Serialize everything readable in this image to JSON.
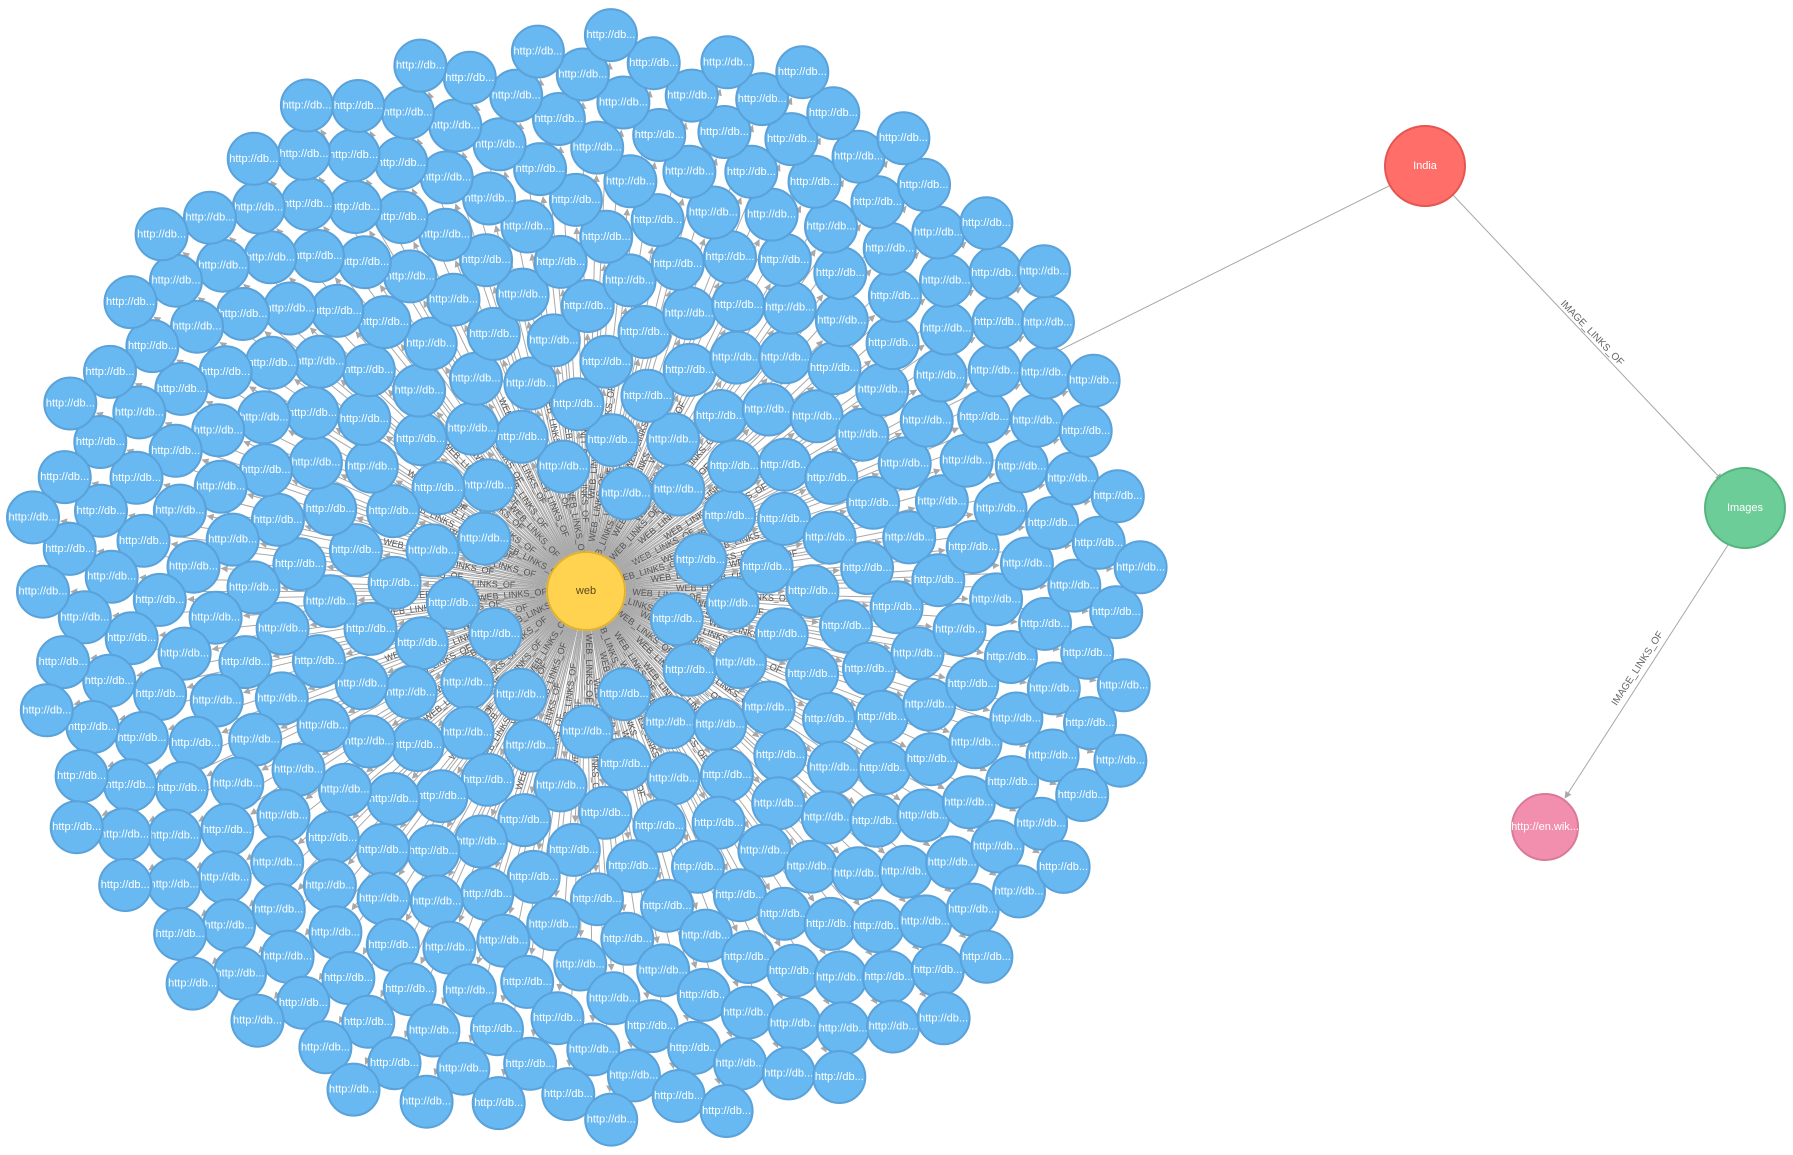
{
  "graph": {
    "hub_node": {
      "label": "web",
      "color": "#FFD24F",
      "stroke": "#E0B02F"
    },
    "leaf_node": {
      "label": "http://db...",
      "color": "#68B8F2",
      "stroke": "#5AA2D9",
      "count": 380
    },
    "web_edge_label": "WEB_LINKS_OF",
    "india_node": {
      "label": "India",
      "color": "#FF6E68",
      "stroke": "#E45650"
    },
    "images_node": {
      "label": "Images",
      "color": "#6DCD98",
      "stroke": "#56B57F"
    },
    "wiki_node": {
      "label": "http://en.wik...",
      "color": "#F28FAE",
      "stroke": "#D97A98"
    },
    "india_images_edge": "IMAGE_LINKS_OF",
    "images_wiki_edge": "IMAGE_LINKS_OF"
  }
}
